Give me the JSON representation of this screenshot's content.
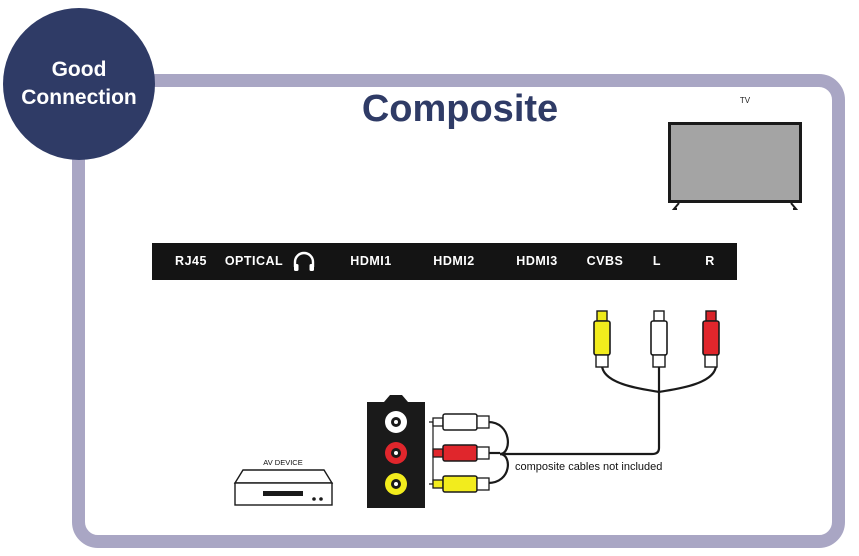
{
  "badge": {
    "line1": "Good",
    "line2": "Connection"
  },
  "title": "Composite",
  "tv_label": "TV",
  "ports": {
    "rj45": "RJ45",
    "optical": "OPTICAL",
    "hdmi1": "HDMI1",
    "hdmi2": "HDMI2",
    "hdmi3": "HDMI3",
    "cvbs": "CVBS",
    "l": "L",
    "r": "R"
  },
  "caption": "composite cables not included",
  "av_device_label": "AV DEVICE",
  "colors": {
    "navy": "#2f3b66",
    "frame": "#a9a6c4",
    "panel": "#141414",
    "tv_screen": "#a4a4a4",
    "video_yellow": "#f2ec1d",
    "audio_white": "#ffffff",
    "audio_red": "#e0262c"
  },
  "icons": [
    "headphones-icon",
    "tv-icon",
    "av-device-icon",
    "rca-jack-panel-icon",
    "rca-plug-icon"
  ]
}
